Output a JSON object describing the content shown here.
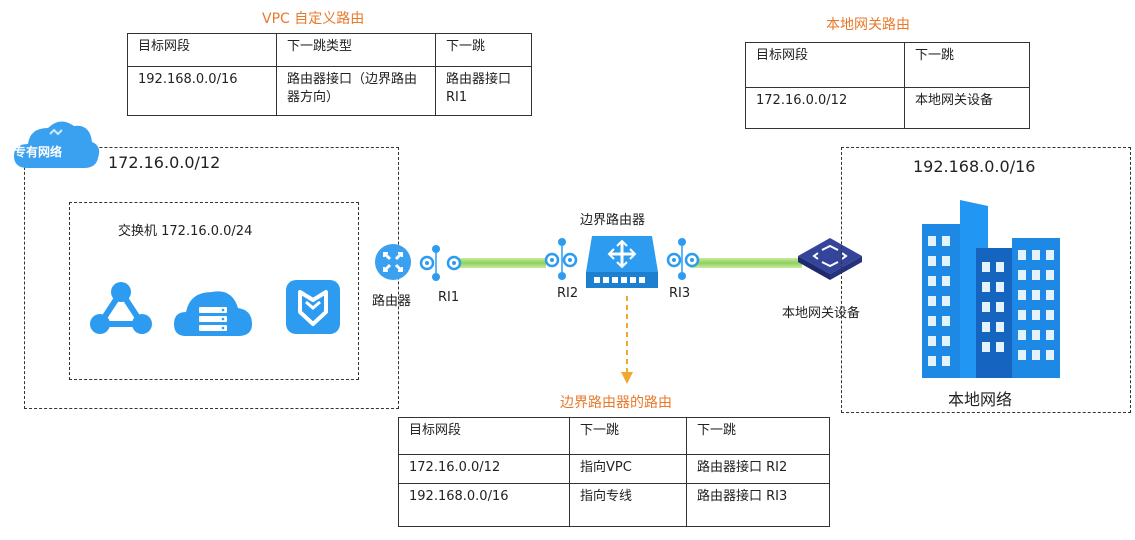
{
  "vpc_table": {
    "title": "VPC 自定义路由",
    "headers": [
      "目标网段",
      "下一跳类型",
      "下一跳"
    ],
    "rows": [
      [
        "192.168.0.0/16",
        "路由器接口（边界路由器方向）",
        "路由器接口 RI1"
      ]
    ]
  },
  "local_gw_table": {
    "title": "本地网关路由",
    "headers": [
      "目标网段",
      "下一跳"
    ],
    "rows": [
      [
        "172.16.0.0/12",
        "本地网关设备"
      ]
    ]
  },
  "border_table": {
    "title": "边界路由器的路由",
    "headers": [
      "目标网段",
      "下一跳",
      "下一跳"
    ],
    "rows": [
      [
        "172.16.0.0/12",
        "指向VPC",
        "路由器接口 RI2"
      ],
      [
        "192.168.0.0/16",
        "指向专线",
        "路由器接口 RI3"
      ]
    ]
  },
  "vpc": {
    "badge": "专有网络",
    "cidr": "172.16.0.0/12",
    "switch_label": "交换机 172.16.0.0/24",
    "router_label": "路由器",
    "ri1": "RI1"
  },
  "border_router": {
    "label": "边界路由器",
    "ri2": "RI2",
    "ri3": "RI3"
  },
  "local": {
    "cidr": "192.168.0.0/16",
    "gateway_label": "本地网关设备",
    "network_label": "本地网络"
  },
  "colors": {
    "accent_orange": "#e8792b",
    "icon_blue": "#2d9cf0",
    "link_green": "#9cd86a",
    "gateway_navy": "#2a3a8c"
  }
}
